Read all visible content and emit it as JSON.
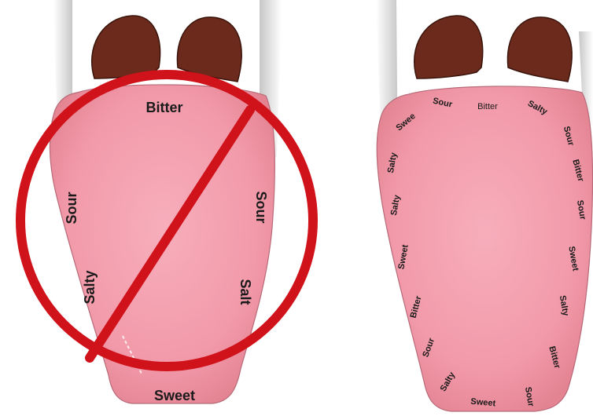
{
  "left_tongue": {
    "labels": {
      "top": "Bitter",
      "left_upper": "Sour",
      "left_lower": "Salty",
      "right_upper": "Sour",
      "right_lower": "Salt",
      "bottom": "Sweet"
    }
  },
  "right_tongue": {
    "labels": {
      "l1": "Swee",
      "l2": "Salty",
      "l3": "Salty",
      "l4": "Sweet",
      "l5": "Bitter",
      "l6": "Sour",
      "l7": "Salty",
      "top1": "Sour",
      "top2": "Bitter",
      "top3": "Salty",
      "r1": "Sour",
      "r2": "Bitter",
      "r3": "Sour",
      "r4": "Sweet",
      "r5": "Salty",
      "r6": "Bitter",
      "r7": "Sour",
      "bottom": "Sweet"
    }
  },
  "colors": {
    "tongue_fill": "#f4a1ae",
    "tongue_edge": "#e07f8f",
    "tonsil": "#6b2a1c",
    "prohibition": "#d0121b"
  }
}
